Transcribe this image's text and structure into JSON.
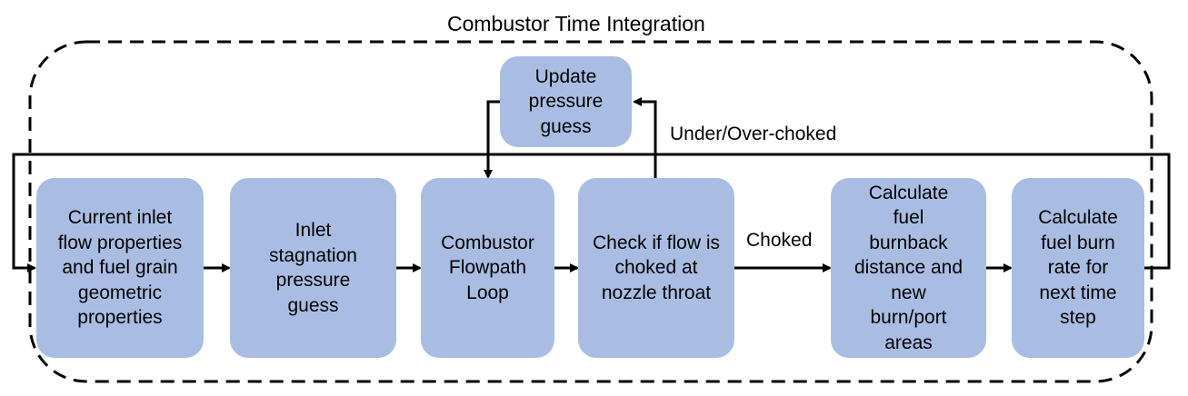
{
  "title": "Combustor Time Integration",
  "boxes": {
    "inlet_props": "Current inlet flow properties and fuel grain geometric properties",
    "pressure_guess": "Inlet stagnation pressure guess",
    "flowpath_loop": "Combustor Flowpath Loop",
    "check_choked": "Check if flow is choked at nozzle throat",
    "burnback": "Calculate fuel burnback distance and new burn/port areas",
    "burn_rate": "Calculate fuel burn rate for next time step",
    "update_pressure": "Update pressure guess"
  },
  "labels": {
    "under_over": "Under/Over-choked",
    "choked": "Choked"
  },
  "colors": {
    "box_fill": "#a9bde3",
    "line": "#000000"
  }
}
